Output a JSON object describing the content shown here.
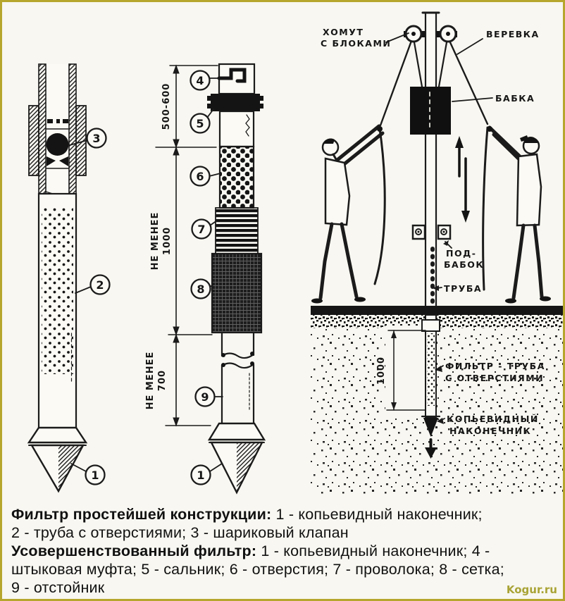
{
  "colors": {
    "frame": "#b6a62c",
    "paper": "#f8f7f1",
    "ink": "#1b1b1b",
    "watermark": "#a9a336"
  },
  "fig1": {
    "callouts": {
      "tip": "1",
      "pipe": "2",
      "valve": "3"
    }
  },
  "fig2": {
    "callouts": {
      "muff": "4",
      "gland": "5",
      "holes": "6",
      "wire": "7",
      "mesh": "8",
      "sump": "9",
      "tip": "1"
    },
    "dims": {
      "top": "500-600",
      "mid_label": "НЕ МЕНЕЕ",
      "mid_value": "1000",
      "bottom_label": "НЕ МЕНЕЕ",
      "bottom_value": "700"
    }
  },
  "fig3": {
    "labels": {
      "clamp_line1": "ХОМУТ",
      "clamp_line2": "С БЛОКАМИ",
      "rope": "ВЕРЕВКА",
      "ram": "БАБКА",
      "subram_line1": "ПОД-",
      "subram_line2": "БАБОК",
      "pipe": "ТРУБА",
      "filter_line1": "ФИЛЬТР - ТРУБА",
      "filter_line2": "С ОТВЕРСТИЯМИ",
      "tip_line1": "КОПЬЕВИДНЫЙ",
      "tip_line2": "НАКОНЕЧНИК"
    },
    "dim_depth": "1000"
  },
  "caption": {
    "segments": [
      {
        "bold": "Фильтр простейшей конструкции:",
        "rest": " 1 - копьевидный наконечник;"
      },
      {
        "bold": "",
        "rest": "2 - труба с отверстиями; 3 - шариковый клапан"
      },
      {
        "bold": "Усовершенствованный фильтр:",
        "rest": " 1 - копьевидный наконечник; 4 -"
      },
      {
        "bold": "",
        "rest": "штыковая муфта; 5 - сальник; 6 - отверстия; 7 - проволока; 8 - сетка;"
      },
      {
        "bold": "",
        "rest": "9 - отстойник"
      }
    ]
  },
  "watermark": "Kogur.ru"
}
